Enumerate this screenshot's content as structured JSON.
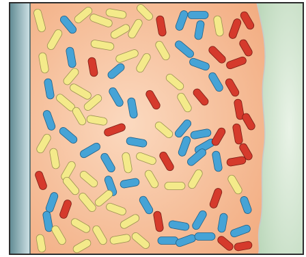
{
  "figure": {
    "regions": [
      "wall",
      "capsule-field",
      "membrane-boundary",
      "outer-medium"
    ],
    "capsule_kinds": [
      "yellow",
      "blue",
      "red"
    ],
    "colors": {
      "background": "#ffffff",
      "frame": "#2b2b2b",
      "wall_dark": "#5f8a92",
      "wall_light": "#cfe2e6",
      "field_light": "#fbd9bf",
      "field_dark": "#f2ab7f",
      "outer_light": "#e9f3e7",
      "outer_dark": "#bcd8bb",
      "yellow": "#f4ea8a",
      "yellow_edge": "#9a9150",
      "blue": "#46a3d6",
      "blue_edge": "#1f5f86",
      "red": "#d53a2c",
      "red_edge": "#7a1d14"
    }
  }
}
